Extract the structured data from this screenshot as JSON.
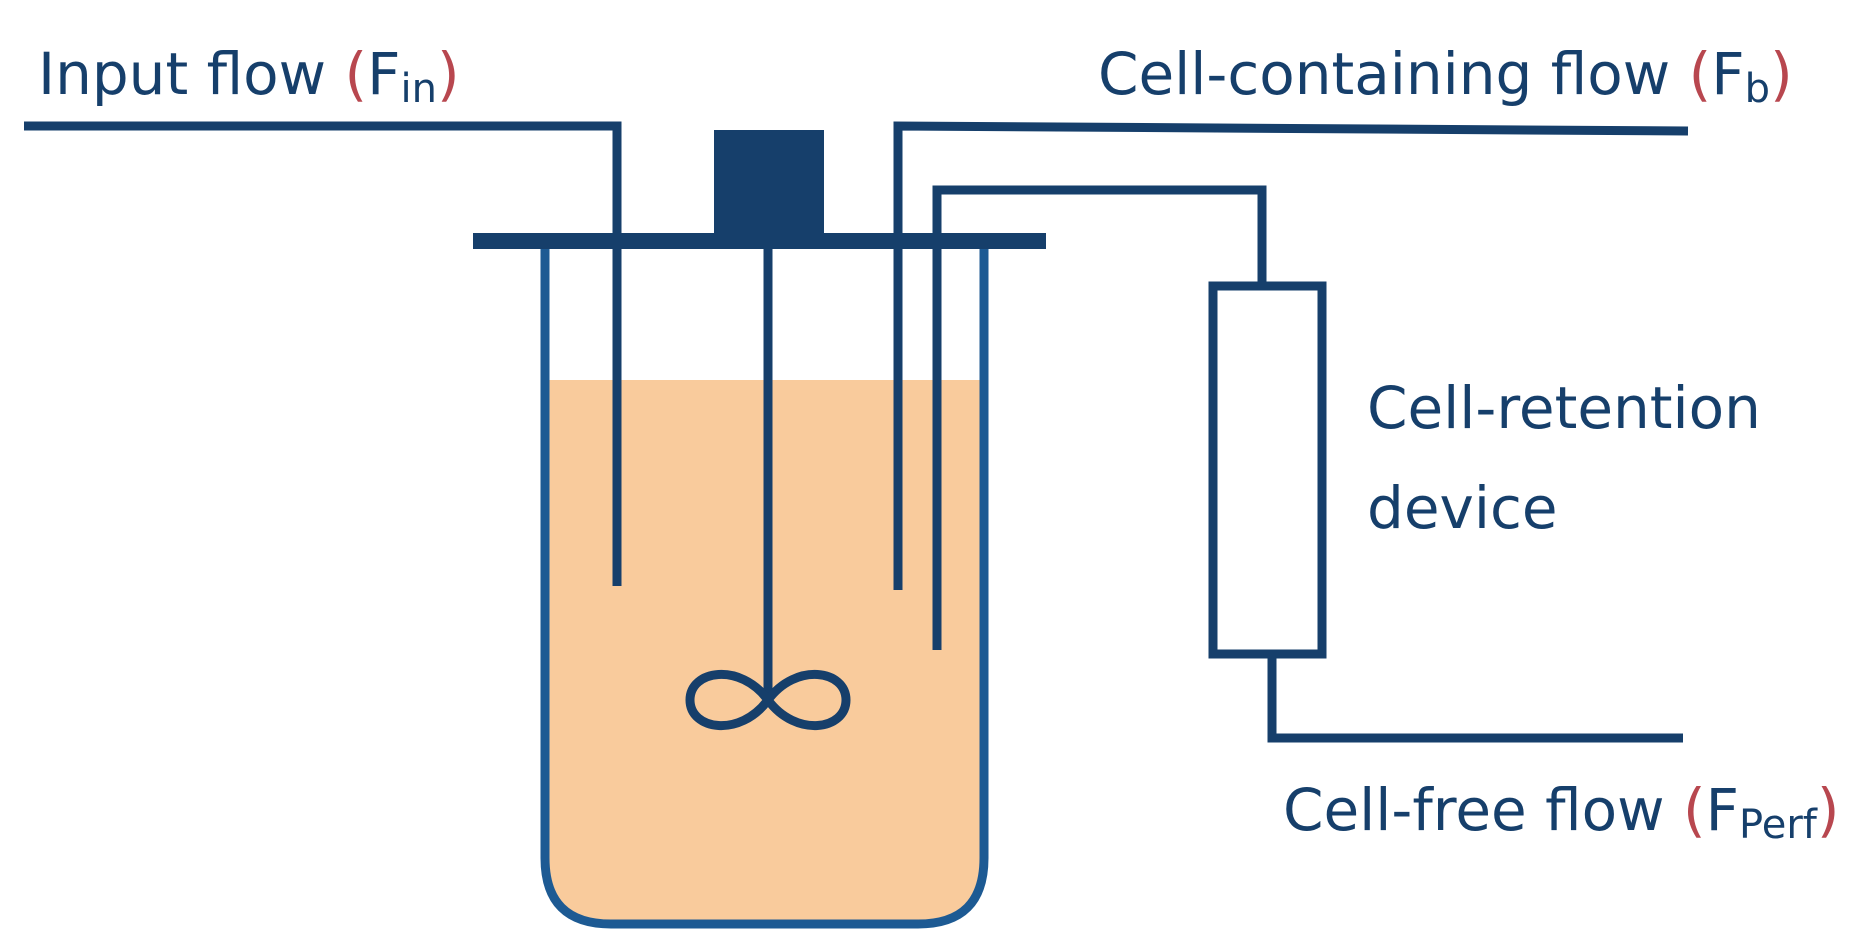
{
  "colors": {
    "line": "#163f6b",
    "tank_outline": "#1d5a93",
    "liquid": "#f9cb9c",
    "paren": "#b8474f",
    "background": "#ffffff"
  },
  "labels": {
    "input_flow": {
      "text": "Input flow ",
      "paren_open": "(",
      "symbol": "F",
      "subscript": "in",
      "paren_close": ")"
    },
    "cell_containing_flow": {
      "text": "Cell-containing flow ",
      "paren_open": "(",
      "symbol": "F",
      "subscript": "b",
      "paren_close": ")"
    },
    "cell_retention_device": {
      "line1": "Cell-retention",
      "line2": "device"
    },
    "cell_free_flow": {
      "text": "Cell-free flow ",
      "paren_open": "(",
      "symbol": "F",
      "subscript": "Perf",
      "paren_close": ")"
    }
  },
  "icons": {
    "stirrer": "impeller-infinity-icon",
    "motor": "motor-block-icon"
  }
}
